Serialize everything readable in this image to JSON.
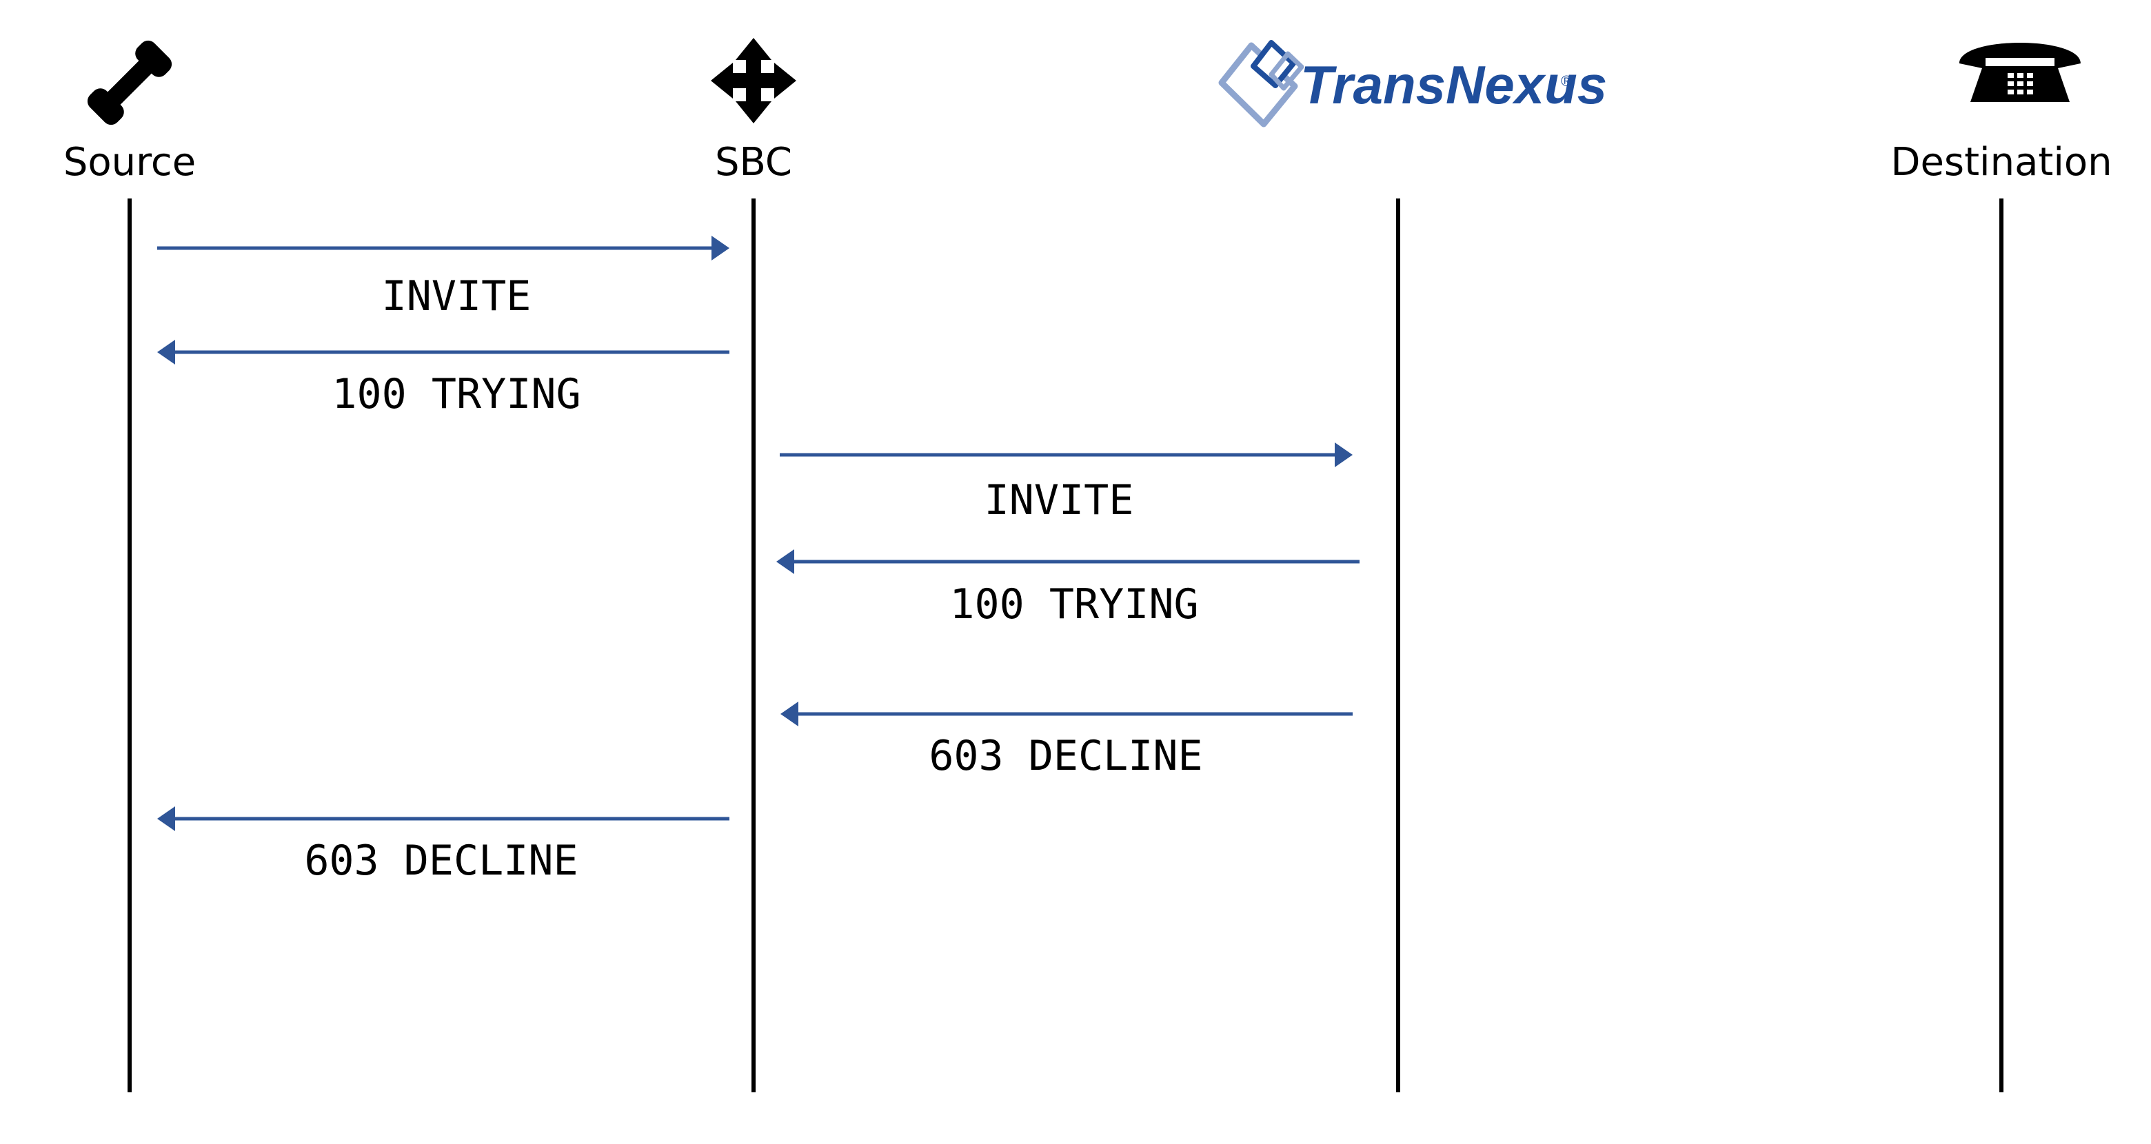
{
  "participants": [
    {
      "id": "source",
      "label": "Source",
      "icon": "phone-handset-icon"
    },
    {
      "id": "sbc",
      "label": "SBC",
      "icon": "move-arrows-icon"
    },
    {
      "id": "transnexus",
      "label": "",
      "icon": "transnexus-logo"
    },
    {
      "id": "destination",
      "label": "Destination",
      "icon": "desk-telephone-icon"
    }
  ],
  "logo": {
    "text": "TransNexus",
    "registered_mark": "®"
  },
  "messages": [
    {
      "label": "INVITE",
      "from": "source",
      "to": "sbc"
    },
    {
      "label": "100 TRYING",
      "from": "sbc",
      "to": "source"
    },
    {
      "label": "INVITE",
      "from": "sbc",
      "to": "transnexus"
    },
    {
      "label": "100 TRYING",
      "from": "transnexus",
      "to": "sbc"
    },
    {
      "label": "603 DECLINE",
      "from": "transnexus",
      "to": "sbc"
    },
    {
      "label": "603 DECLINE",
      "from": "sbc",
      "to": "source"
    }
  ],
  "colors": {
    "arrow": "#2f5597",
    "lifeline": "#000000",
    "logo_primary": "#1f4e9c",
    "logo_secondary": "#8ea5cf"
  }
}
